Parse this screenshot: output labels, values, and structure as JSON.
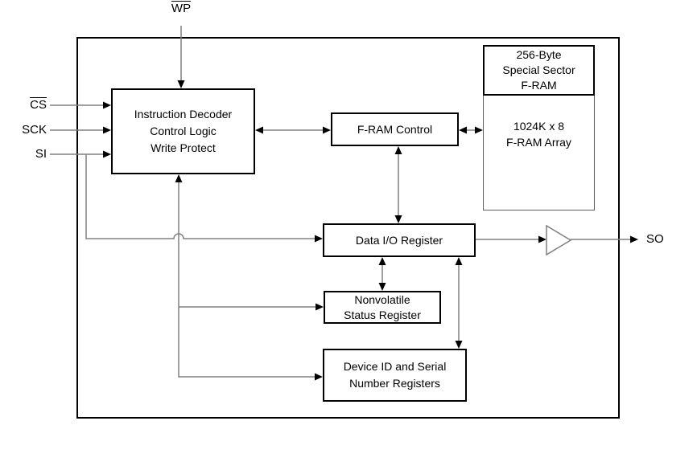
{
  "pins": {
    "wp": "WP",
    "cs": "CS",
    "sck": "SCK",
    "si": "SI",
    "so": "SO"
  },
  "blocks": {
    "instruction_decoder": "Instruction Decoder\nControl Logic\nWrite Protect",
    "fram_control": "F-RAM Control",
    "special_sector": "256-Byte\nSpecial Sector\nF-RAM",
    "fram_array": "1024K x 8\nF-RAM Array",
    "data_io_register": "Data I/O Register",
    "nonvolatile_status_register": "Nonvolatile\nStatus Register",
    "device_id_registers": "Device ID and Serial\nNumber Registers"
  },
  "colors": {
    "wire": "#808080",
    "border": "#000000",
    "text": "#000000",
    "background": "#ffffff"
  }
}
